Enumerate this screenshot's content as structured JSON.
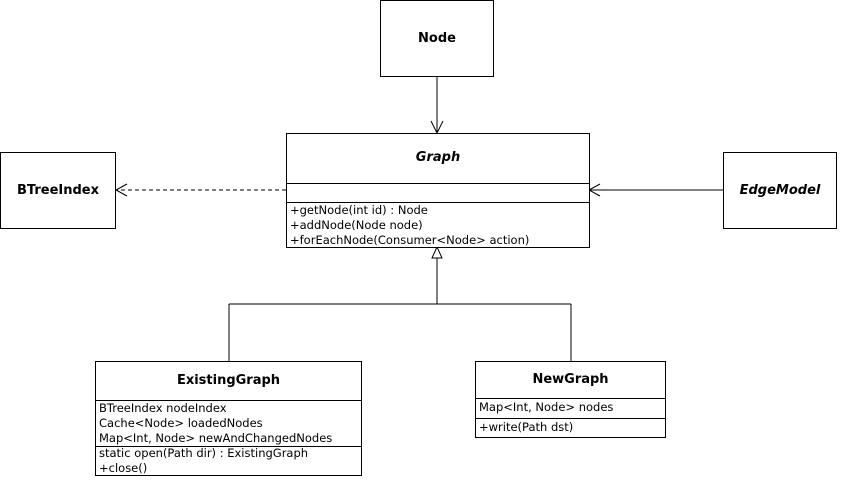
{
  "classes": {
    "node": {
      "name": "Node"
    },
    "graph": {
      "name": "Graph",
      "attributes": [],
      "operations": [
        "+getNode(int id) : Node",
        "+addNode(Node node)",
        "+forEachNode(Consumer<Node> action)"
      ]
    },
    "btree_index": {
      "name": "BTreeIndex"
    },
    "edge_model": {
      "name": "EdgeModel"
    },
    "existing_graph": {
      "name": "ExistingGraph",
      "attributes": [
        "BTreeIndex nodeIndex",
        "Cache<Node> loadedNodes",
        "Map<Int, Node> newAndChangedNodes"
      ],
      "operations": [
        "static open(Path dir) : ExistingGraph",
        "+close()"
      ]
    },
    "new_graph": {
      "name": "NewGraph",
      "attributes": [
        "Map<Int, Node> nodes"
      ],
      "operations": [
        "+write(Path dst)"
      ]
    }
  }
}
